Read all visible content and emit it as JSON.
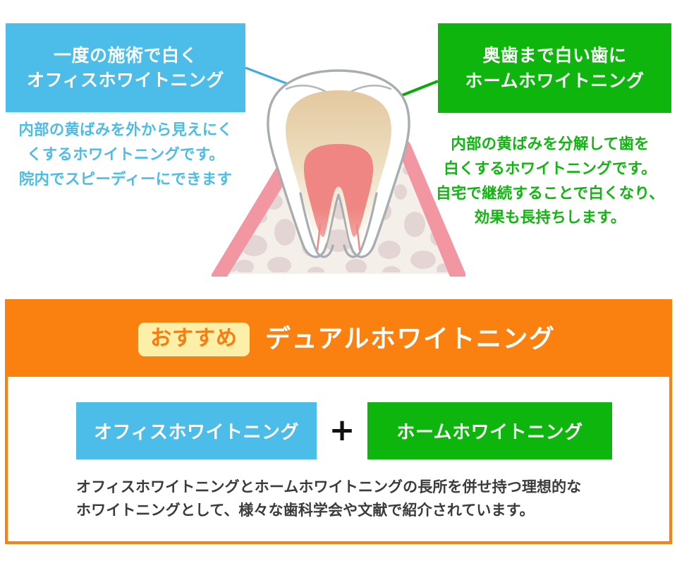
{
  "top": {
    "office": {
      "box_title_line1": "一度の施術で白く",
      "box_title_line2": "オフィスホワイトニング",
      "desc_line1": "内部の黄ばみを外から見えにく",
      "desc_line2": "くするホワイトニングです。",
      "desc_line3": "院内でスピーディーにできます",
      "color": "#4cbce8"
    },
    "home": {
      "box_title_line1": "奥歯まで白い歯に",
      "box_title_line2": "ホームホワイトニング",
      "desc_line1": "内部の黄ばみを分解して歯を",
      "desc_line2": "白くするホワイトニングです。",
      "desc_line3": "自宅で継続することで白くなり、",
      "desc_line4": "効果も長持ちします。",
      "color": "#0db50d"
    },
    "illustration": {
      "name": "tooth-cross-section-illustration",
      "enamel_color": "#ffffff",
      "enamel_outline_color": "#a7adb1",
      "dentin_color": "#e8d3ae",
      "pulp_color": "#ef8582",
      "gum_color": "#f296a2",
      "bone_color": "#f5efe9",
      "bone_speckle_color": "#e2d5d4"
    }
  },
  "dual": {
    "badge_label": "おすすめ",
    "title": "デュアルホワイトニング",
    "header_color": "#fa800f",
    "badge_bg_color": "#fcefa8",
    "badge_text_color": "#f97c12",
    "combo_office_label": "オフィスホワイトニング",
    "combo_plus": "+",
    "combo_home_label": "ホームホワイトニング",
    "note_line1": "オフィスホワイトニングとホームホワイトニングの長所を併せ持つ理想的な",
    "note_line2": "ホワイトニングとして、様々な歯科学会や文献で紹介されています。"
  }
}
